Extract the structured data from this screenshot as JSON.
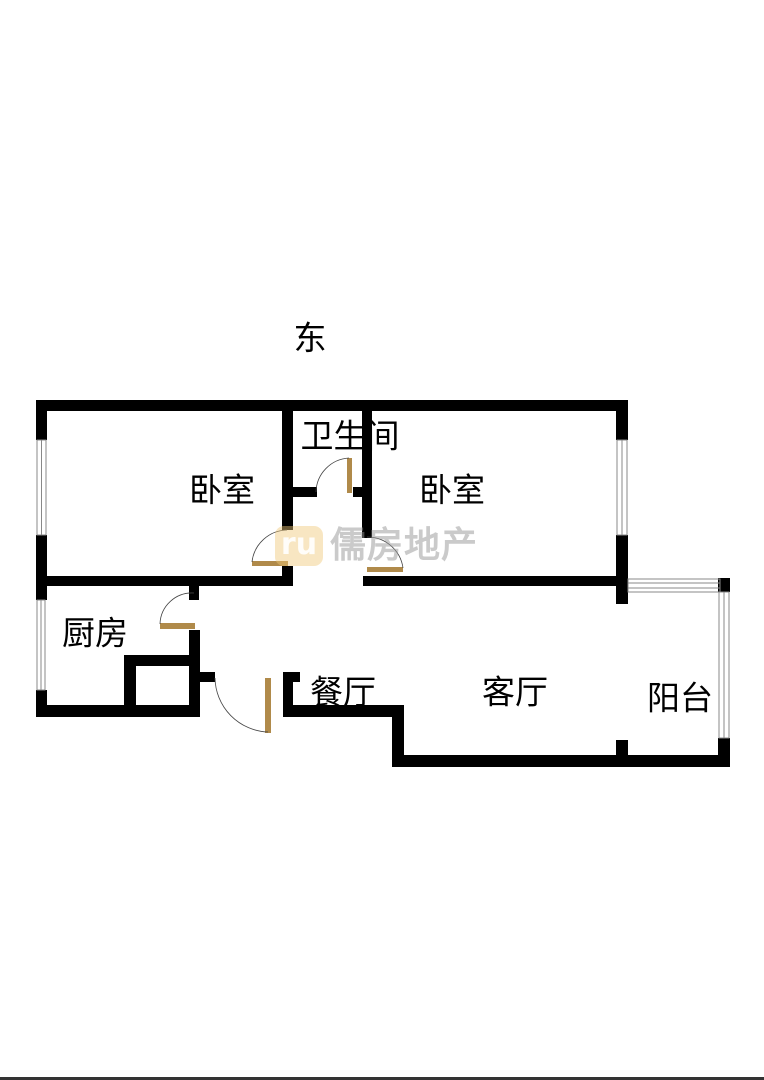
{
  "orientation_label": "东",
  "rooms": {
    "bedroom_left": "卧室",
    "bathroom": "卫生间",
    "bedroom_right": "卧室",
    "kitchen": "厨房",
    "dining": "餐厅",
    "living": "客厅",
    "balcony": "阳台"
  },
  "watermark": {
    "logo": "ru",
    "text": "儒房地产"
  },
  "colors": {
    "wall": "#000000",
    "door": "#b08a4a",
    "window": "#888888"
  }
}
